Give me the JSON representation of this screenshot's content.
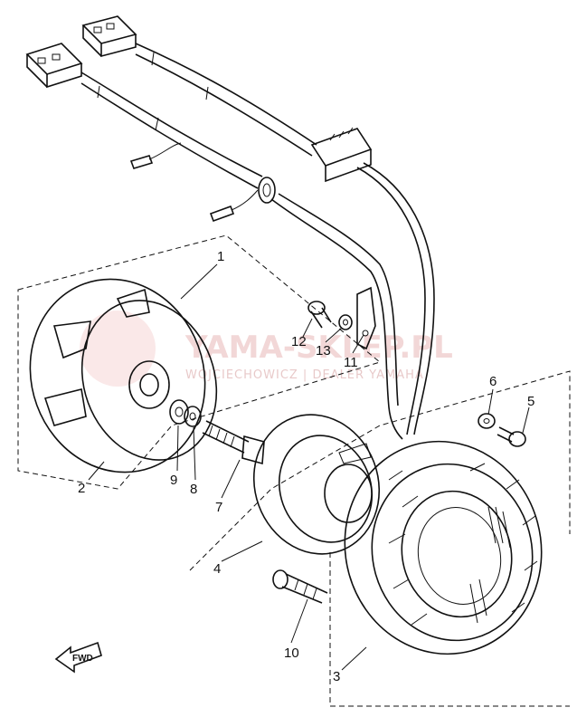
{
  "watermark": {
    "brand": "YAMA-SKLEP.PL",
    "dealer": "WOJCIECHOWICZ  |  DEALER YAMAHA"
  },
  "fwd_label": "FWD",
  "parts": [
    {
      "id": "1",
      "label": "1"
    },
    {
      "id": "2",
      "label": "2"
    },
    {
      "id": "3",
      "label": "3"
    },
    {
      "id": "4",
      "label": "4"
    },
    {
      "id": "5",
      "label": "5"
    },
    {
      "id": "6",
      "label": "6"
    },
    {
      "id": "7",
      "label": "7"
    },
    {
      "id": "8",
      "label": "8"
    },
    {
      "id": "9",
      "label": "9"
    },
    {
      "id": "10",
      "label": "10"
    },
    {
      "id": "11",
      "label": "11"
    },
    {
      "id": "12",
      "label": "12"
    },
    {
      "id": "13",
      "label": "13"
    }
  ]
}
